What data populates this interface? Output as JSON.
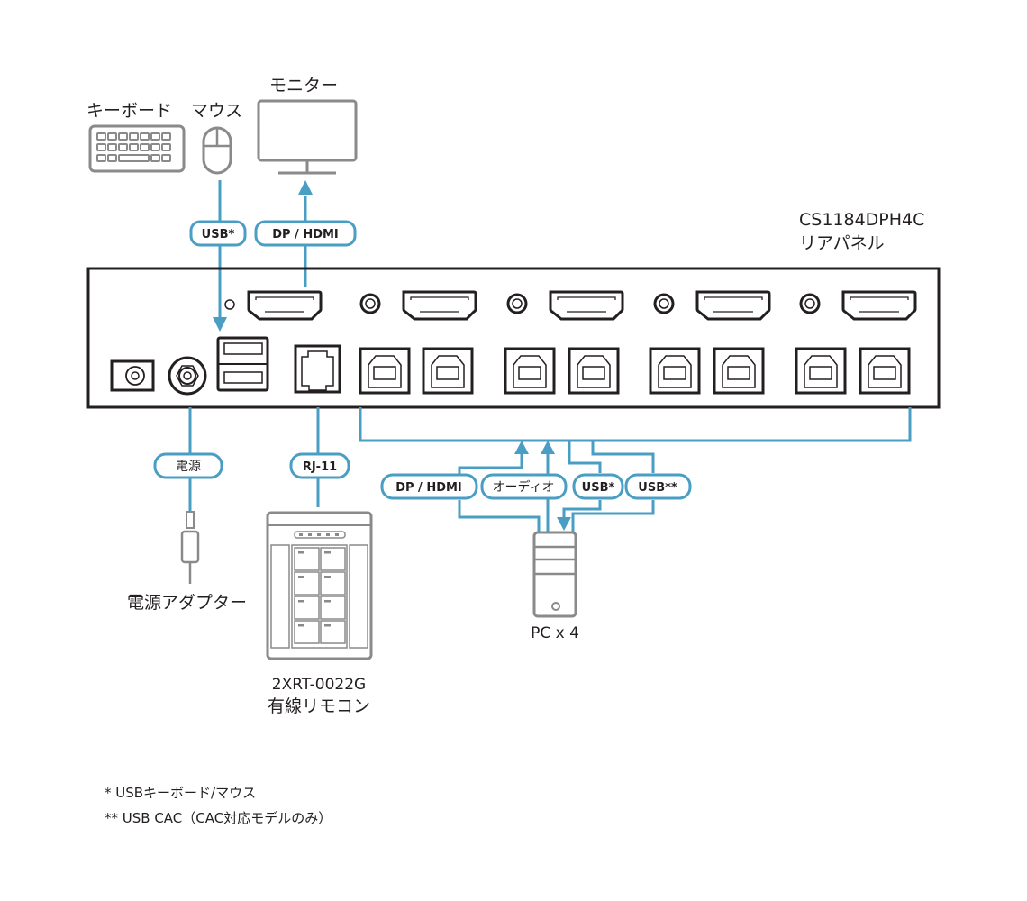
{
  "devices": {
    "keyboard": "キーボード",
    "mouse": "マウス",
    "monitor": "モニター",
    "product_model": "CS1184DPH4C",
    "panel_label": "リアパネル",
    "power_adapter": "電源アダプター",
    "remote_model": "2XRT-0022G",
    "remote_label": "有線リモコン",
    "pc_label": "PC x 4"
  },
  "cables": {
    "usb_console": "USB*",
    "video_console": "DP / HDMI",
    "power": "電源",
    "rj11": "RJ-11",
    "pc_video": "DP / HDMI",
    "pc_audio": "オーディオ",
    "pc_usb": "USB*",
    "pc_usb_cac": "USB**"
  },
  "footnotes": [
    "* USBキーボード/マウス",
    "** USB CAC（CAC対応モデルのみ）"
  ],
  "colors": {
    "cable": "#4a9ec4",
    "device_outline": "#8a8a8a",
    "panel_outline": "#231f20"
  }
}
